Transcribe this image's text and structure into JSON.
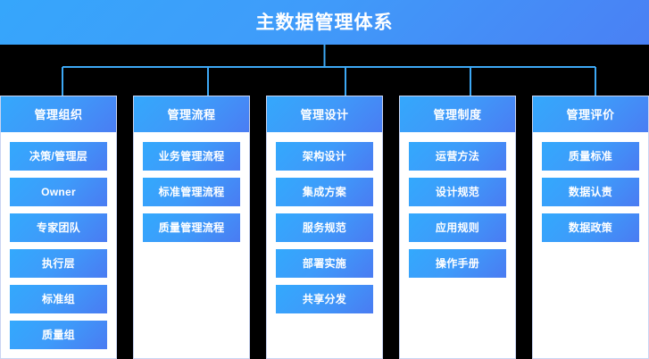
{
  "title": {
    "text": "主数据管理体系"
  },
  "colors": {
    "banner_start": "#36a6fb",
    "banner_end": "#4a80f4",
    "box_start": "#33a9fd",
    "box_end": "#4a7bf2",
    "connector": "#3da8f5",
    "background": "#000000",
    "column_background": "#ffffff",
    "column_border": "#c9d4f2",
    "text": "#ffffff"
  },
  "columns": [
    {
      "header": "管理组织",
      "items": [
        "决策/管理层",
        "Owner",
        "专家团队",
        "执行层",
        "标准组",
        "质量组"
      ]
    },
    {
      "header": "管理流程",
      "items": [
        "业务管理流程",
        "标准管理流程",
        "质量管理流程"
      ]
    },
    {
      "header": "管理设计",
      "items": [
        "架构设计",
        "集成方案",
        "服务规范",
        "部署实施",
        "共享分发"
      ]
    },
    {
      "header": "管理制度",
      "items": [
        "运营方法",
        "设计规范",
        "应用规则",
        "操作手册"
      ]
    },
    {
      "header": "管理评价",
      "items": [
        "质量标准",
        "数据认责",
        "数据政策"
      ]
    }
  ]
}
